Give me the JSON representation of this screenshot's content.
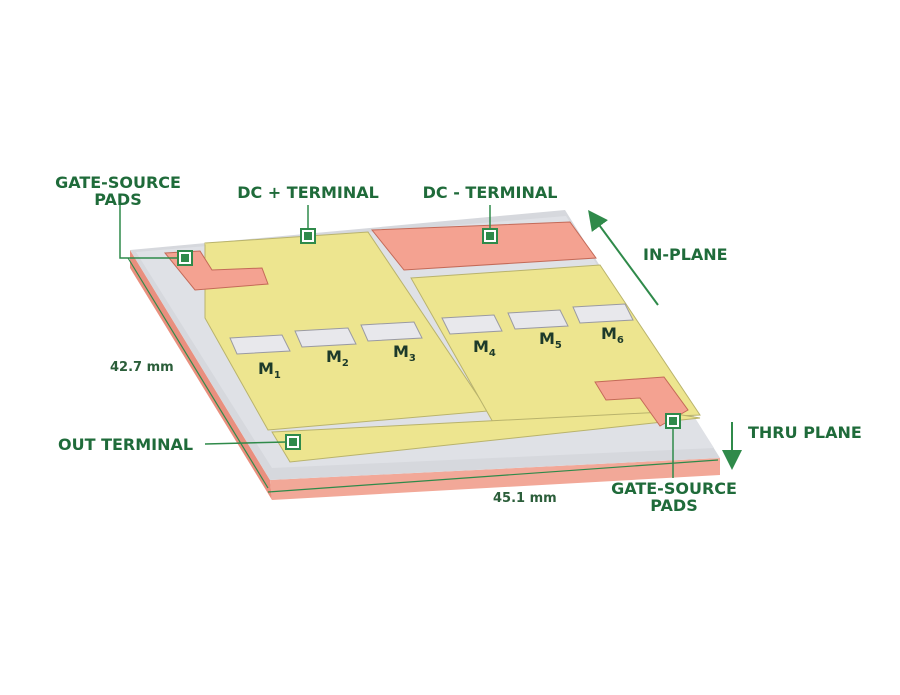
{
  "labels": {
    "gate_source_top": [
      "GATE-SOURCE",
      "PADS"
    ],
    "dc_plus": "DC + TERMINAL",
    "dc_minus": "DC - TERMINAL",
    "in_plane": "IN-PLANE",
    "thru_plane": "THRU PLANE",
    "out_terminal": "OUT TERMINAL",
    "gate_source_bottom": [
      "GATE-SOURCE",
      "PADS"
    ]
  },
  "dimensions": {
    "depth": "42.7 mm",
    "width": "45.1 mm"
  },
  "modules": [
    {
      "letter": "M",
      "sub": "1"
    },
    {
      "letter": "M",
      "sub": "2"
    },
    {
      "letter": "M",
      "sub": "3"
    },
    {
      "letter": "M",
      "sub": "4"
    },
    {
      "letter": "M",
      "sub": "5"
    },
    {
      "letter": "M",
      "sub": "6"
    }
  ],
  "colors": {
    "label_green": "#1f6b3a",
    "copper_yellow": "#ede58f",
    "terminal_salmon": "#f4a291",
    "substrate_gray": "#d9dbe0"
  }
}
